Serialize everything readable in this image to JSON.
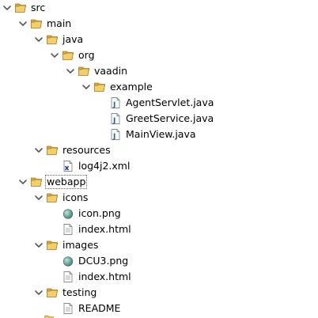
{
  "tree": [
    {
      "label": "src",
      "icon": "folder-icon",
      "expandable": true,
      "expanded": true
    },
    {
      "label": "main",
      "icon": "folder-icon",
      "expandable": true,
      "expanded": true
    },
    {
      "label": "java",
      "icon": "folder-icon",
      "expandable": true,
      "expanded": true
    },
    {
      "label": "org",
      "icon": "folder-icon",
      "expandable": true,
      "expanded": true
    },
    {
      "label": "vaadin",
      "icon": "folder-icon",
      "expandable": true,
      "expanded": true
    },
    {
      "label": "example",
      "icon": "folder-icon",
      "expandable": true,
      "expanded": true
    },
    {
      "label": "AgentServlet.java",
      "icon": "java-file-icon",
      "expandable": false
    },
    {
      "label": "GreetService.java",
      "icon": "java-file-icon",
      "expandable": false
    },
    {
      "label": "MainView.java",
      "icon": "java-file-icon",
      "expandable": false
    },
    {
      "label": "resources",
      "icon": "folder-icon",
      "expandable": true,
      "expanded": true
    },
    {
      "label": "log4j2.xml",
      "icon": "xml-file-icon",
      "expandable": false
    },
    {
      "label": "webapp",
      "icon": "folder-icon",
      "expandable": true,
      "expanded": true,
      "selected": true
    },
    {
      "label": "icons",
      "icon": "folder-icon",
      "expandable": true,
      "expanded": true
    },
    {
      "label": "icon.png",
      "icon": "image-file-icon",
      "expandable": false
    },
    {
      "label": "index.html",
      "icon": "text-file-icon",
      "expandable": false
    },
    {
      "label": "images",
      "icon": "folder-icon",
      "expandable": true,
      "expanded": true
    },
    {
      "label": "DCU3.png",
      "icon": "image-file-icon",
      "expandable": false
    },
    {
      "label": "index.html",
      "icon": "text-file-icon",
      "expandable": false
    },
    {
      "label": "testing",
      "icon": "folder-icon",
      "expandable": true,
      "expanded": true
    },
    {
      "label": "README",
      "icon": "text-file-icon",
      "expandable": false
    }
  ],
  "colors": {
    "chevron": "#595959",
    "folder_body": "#f2cf6a",
    "folder_back": "#d9a83a",
    "folder_border": "#a77b1f",
    "java_file_blue": "#2d5d9a",
    "image_globe": "#3f7f78",
    "xml_mark": "#1f3f8f",
    "selection_outline": "#6a6a6a"
  }
}
